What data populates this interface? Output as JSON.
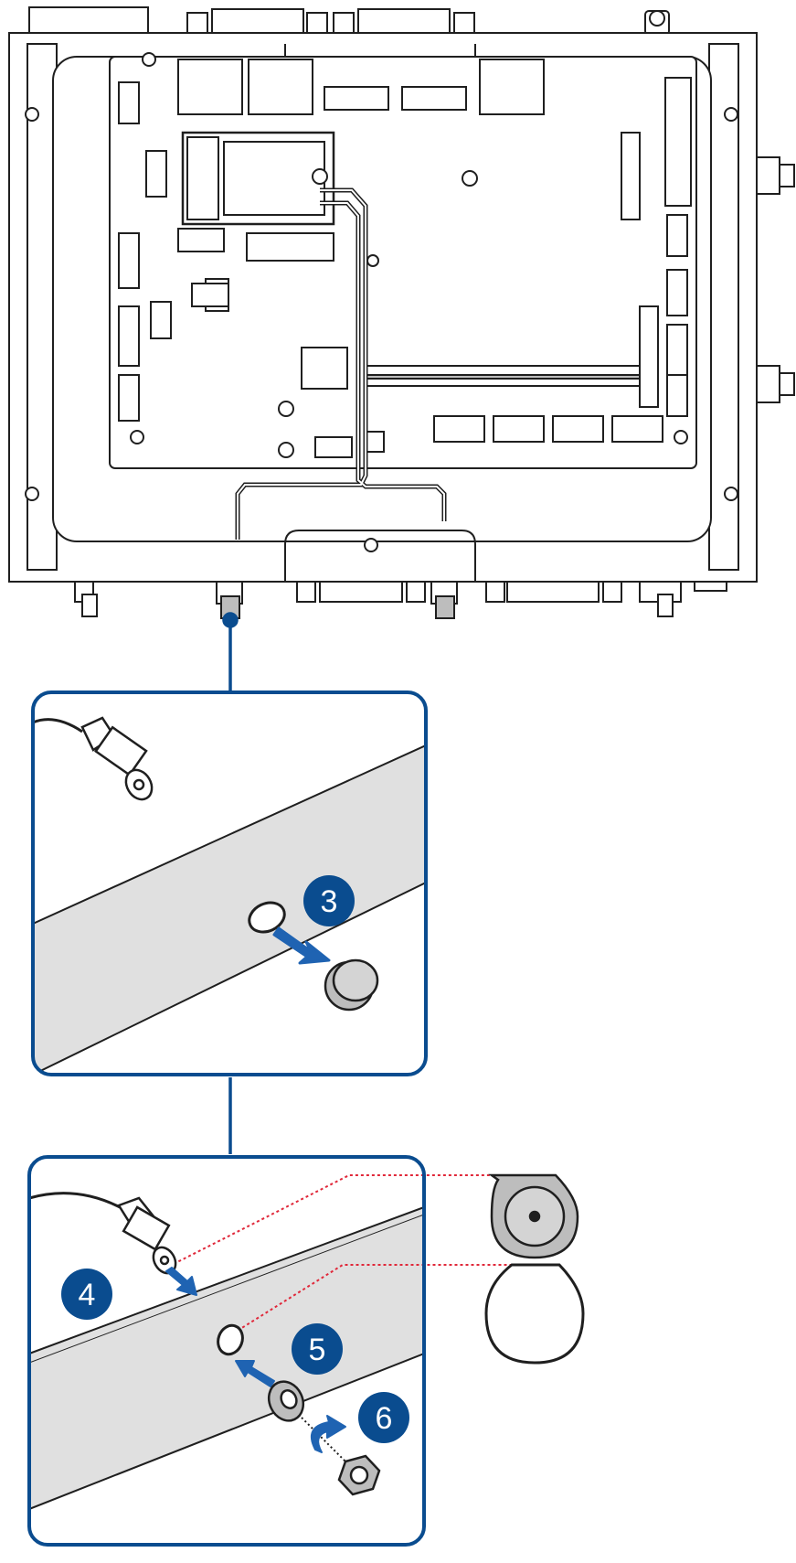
{
  "steps": [
    {
      "number": "3"
    },
    {
      "number": "4"
    },
    {
      "number": "5"
    },
    {
      "number": "6"
    }
  ],
  "colors": {
    "line": "#1f1f1f",
    "board": "#ffffff",
    "panel": "#e0e0e0",
    "accent_blue": "#0a4c8f",
    "arrow_blue": "#1f63b2",
    "dotted_red": "#e0283a",
    "chip_gray": "#bdbdbd"
  },
  "icons": [
    "antenna-connector-icon",
    "hole-plug-icon",
    "washer-icon",
    "nut-icon",
    "rotate-arrow-icon"
  ]
}
